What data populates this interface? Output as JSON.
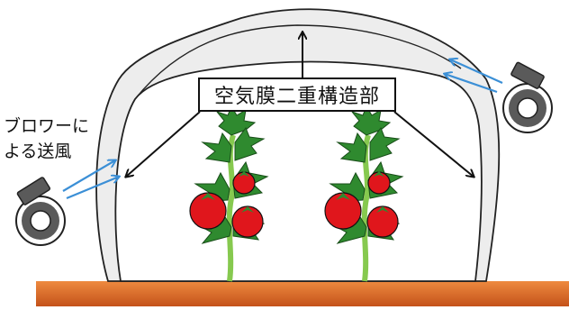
{
  "diagram": {
    "center_label": "空気膜二重構造部",
    "blower_label_lines": [
      "ブロワーに",
      "よる送風"
    ]
  },
  "colors": {
    "film_fill": "#ededed",
    "film_stroke": "#222222",
    "soil_top": "#e8762e",
    "soil_bottom": "#c95519",
    "airflow_arrow": "#3b8fd6",
    "tomato": "#e0161c",
    "leaf": "#2e8b2e",
    "stem": "#7cc24a",
    "blower": "#555555"
  },
  "icons": [
    "blower-fan-icon",
    "tomato-plant-icon",
    "arrow-icon"
  ]
}
